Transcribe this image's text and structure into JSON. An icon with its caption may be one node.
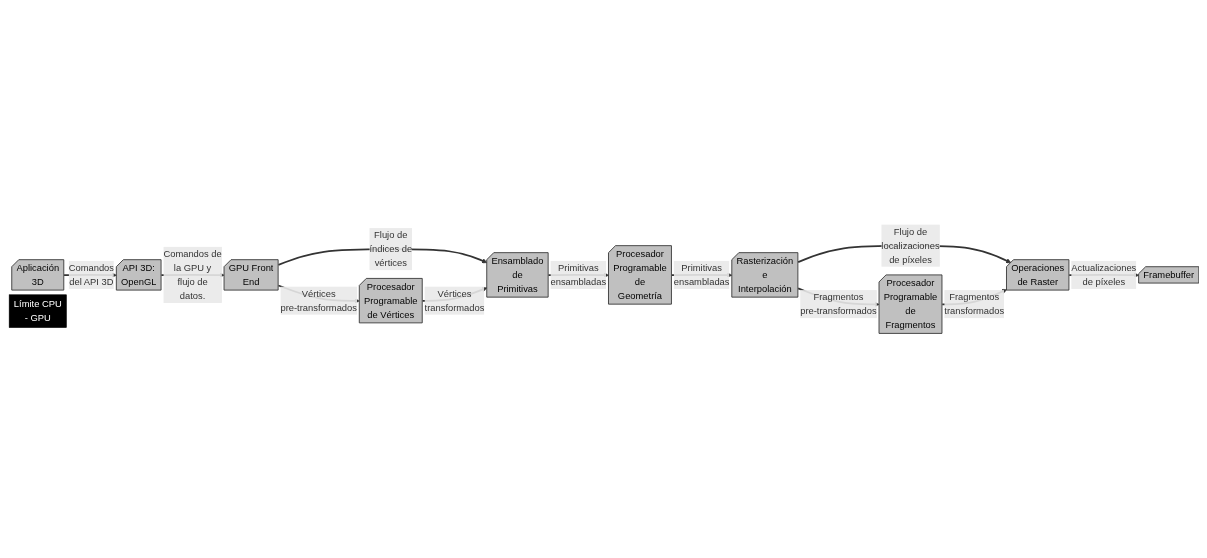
{
  "diagram": {
    "nodes": [
      {
        "text": [
          "Aplicación 3D"
        ]
      },
      {
        "text": [
          "API 3D: OpenGL"
        ]
      },
      {
        "text": [
          "Límite CPU - GPU"
        ]
      },
      {
        "text": [
          "GPU Front End"
        ]
      },
      {
        "text": [
          "Ensamblado de Primitivas"
        ]
      },
      {
        "text": [
          "Procesador Programable de Geometría"
        ]
      },
      {
        "text": [
          "Rasterización e Interpolación"
        ]
      },
      {
        "text": [
          "Operaciones de Raster"
        ]
      },
      {
        "text": [
          "Framebuffer"
        ]
      },
      {
        "text": [
          "Procesador Programable de Vértices"
        ]
      },
      {
        "text": [
          "Procesador Programable de Fragmentos"
        ]
      }
    ],
    "edges": [
      {
        "from": 0,
        "to": 1,
        "arrow": "to",
        "label": "Comandos del API 3D"
      },
      {
        "from": 1,
        "to": 3,
        "arrow": "to",
        "label": "Comandos de la GPU y flujo de datos."
      },
      {
        "from": 3,
        "to": 4,
        "arrow": "to",
        "label": "Flujo de índices de vértices"
      },
      {
        "from": 4,
        "to": 5,
        "arrow": "to",
        "label": "Primitivas ensambladas"
      },
      {
        "from": 5,
        "to": 6,
        "arrow": "to",
        "label": "Primitivas ensambladas"
      },
      {
        "from": 6,
        "to": 7,
        "arrow": "to",
        "label": "Flujo de localizaciones de píxeles"
      },
      {
        "from": 7,
        "to": 8,
        "arrow": "to",
        "label": "Actualizaciones de píxeles"
      },
      {
        "from": 3,
        "to": 9,
        "arrow": "to",
        "label": "Vértices pre-transformados"
      },
      {
        "from": 9,
        "to": 4,
        "arrow": "to",
        "label": "Vértices transformados"
      },
      {
        "from": 6,
        "to": 10,
        "arrow": "to",
        "label": "Fragmentos pre-transformados"
      },
      {
        "from": 10,
        "to": 7,
        "arrow": "to",
        "label": "Fragmentos transformados"
      }
    ]
  }
}
